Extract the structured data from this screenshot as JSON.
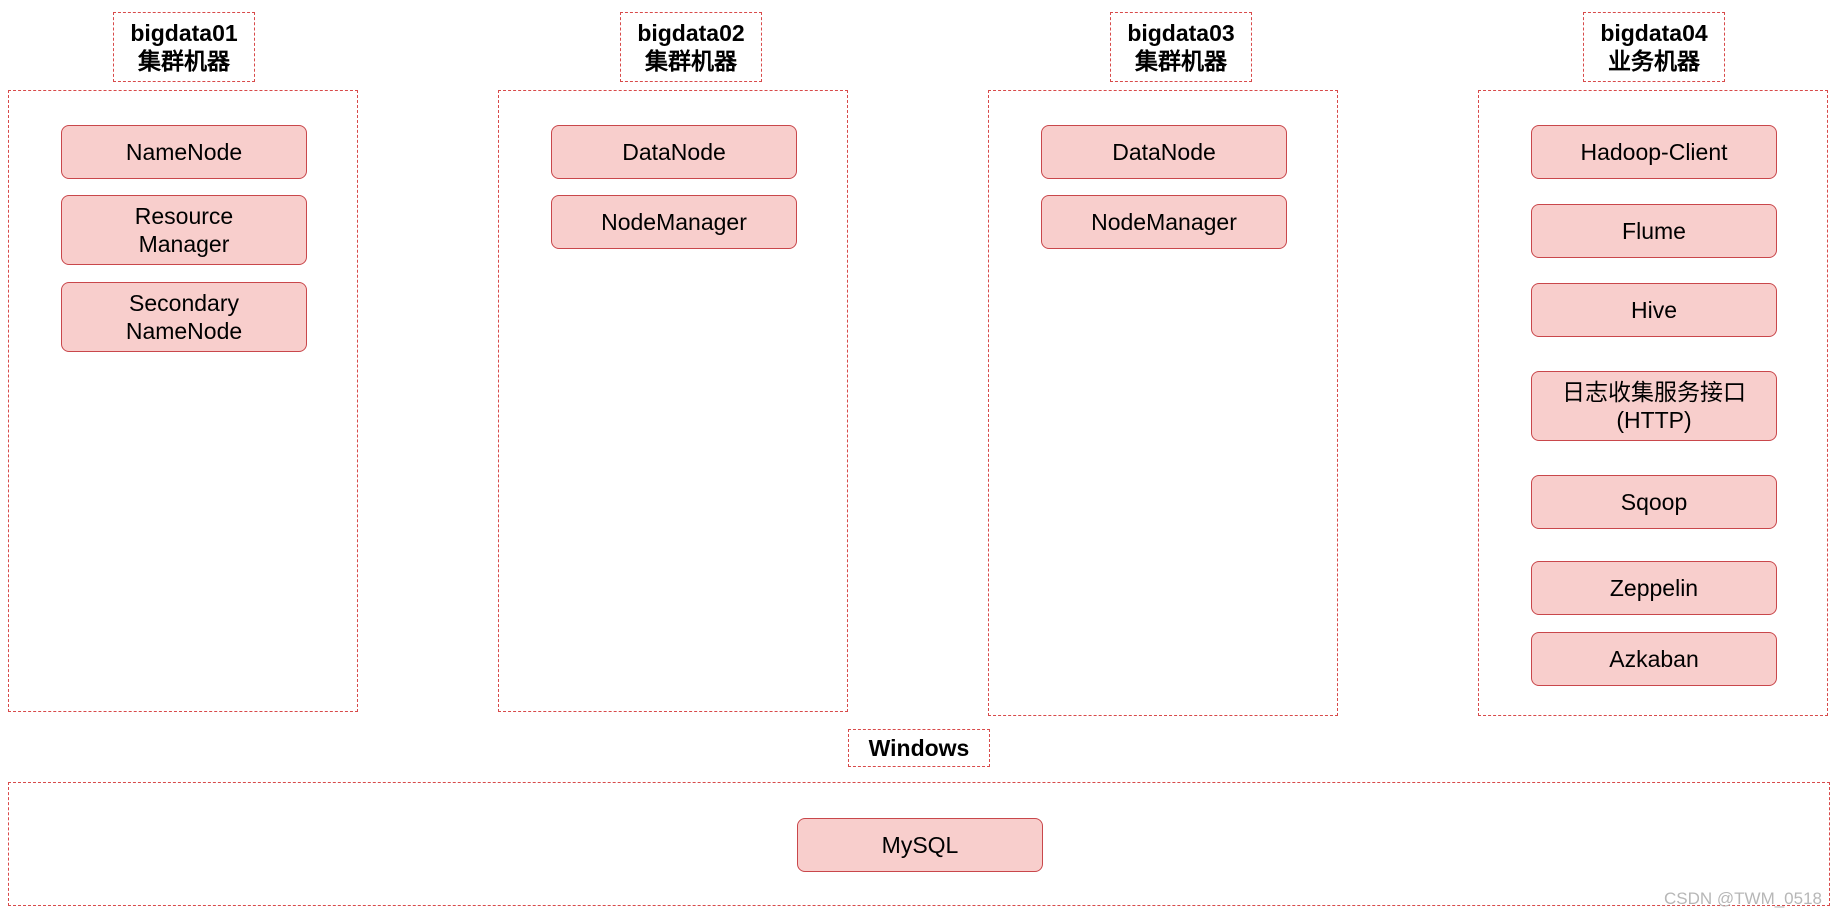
{
  "machines": {
    "m1": {
      "host": "bigdata01",
      "role": "集群机器",
      "services": [
        "NameNode",
        "Resource\nManager",
        "Secondary\nNameNode"
      ]
    },
    "m2": {
      "host": "bigdata02",
      "role": "集群机器",
      "services": [
        "DataNode",
        "NodeManager"
      ]
    },
    "m3": {
      "host": "bigdata03",
      "role": "集群机器",
      "services": [
        "DataNode",
        "NodeManager"
      ]
    },
    "m4": {
      "host": "bigdata04",
      "role": "业务机器",
      "services": [
        "Hadoop-Client",
        "Flume",
        "Hive",
        "日志收集服务接口\n(HTTP)",
        "Sqoop",
        "Zeppelin",
        "Azkaban"
      ]
    }
  },
  "windows": {
    "label": "Windows",
    "services": [
      "MySQL"
    ]
  },
  "watermark": "CSDN @TWM_0518",
  "colors": {
    "border": "#d84a4a",
    "service_fill": "#f8cecc",
    "service_border": "#c9474b"
  }
}
